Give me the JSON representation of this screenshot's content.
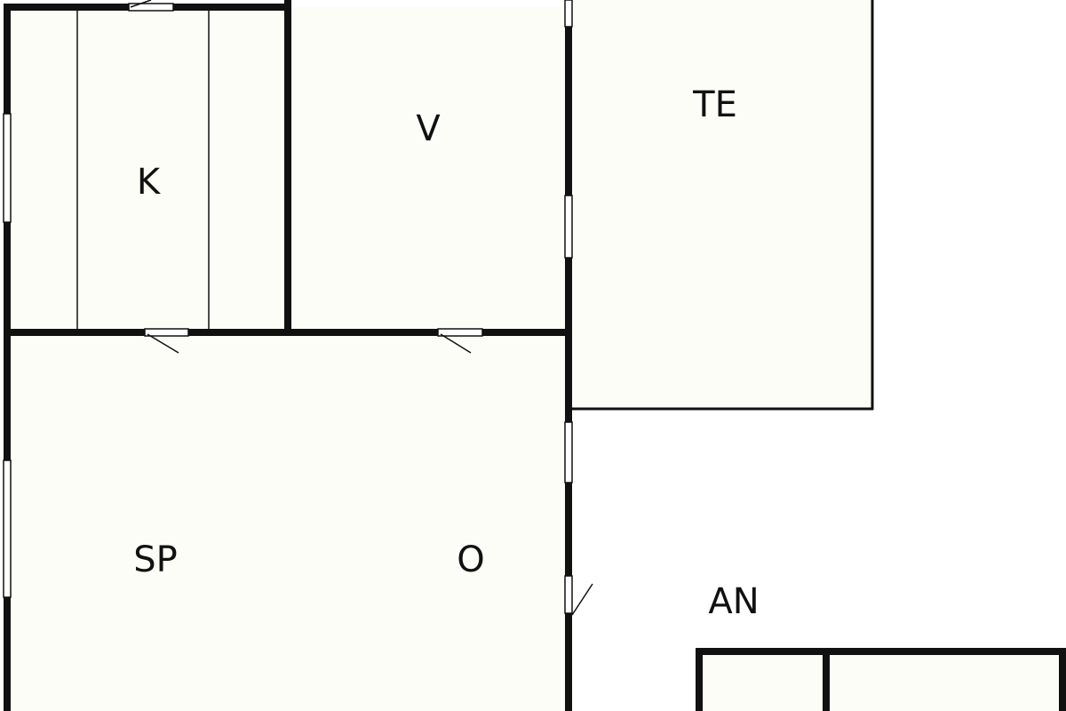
{
  "floorplan": {
    "colors": {
      "room_fill": "#fcfdf7",
      "wall": "#111111",
      "background": "#ffffff"
    },
    "rooms": {
      "k": "K",
      "v": "V",
      "te": "TE",
      "sp": "SP",
      "o": "O",
      "an": "AN"
    }
  }
}
